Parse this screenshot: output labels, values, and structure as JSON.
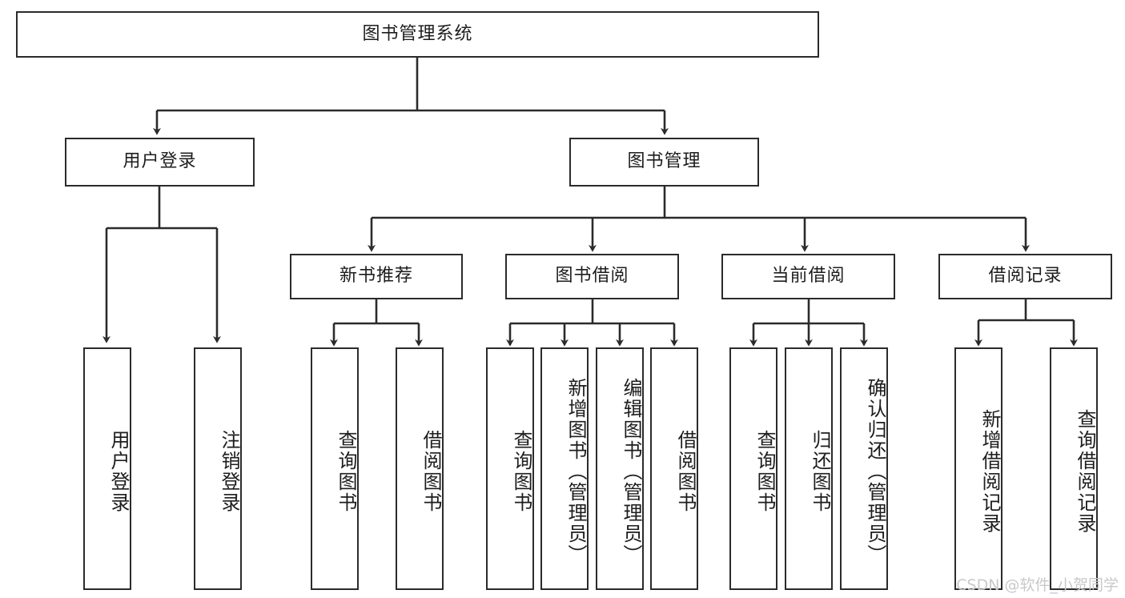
{
  "diagram": {
    "title": "图书管理系统",
    "type": "tree-hierarchy",
    "root": {
      "label": "图书管理系统"
    },
    "level2": [
      {
        "label": "用户登录"
      },
      {
        "label": "图书管理"
      }
    ],
    "level3": [
      {
        "label": "新书推荐"
      },
      {
        "label": "图书借阅"
      },
      {
        "label": "当前借阅"
      },
      {
        "label": "借阅记录"
      }
    ],
    "leaves": {
      "user_login": [
        {
          "label": "用户登录"
        },
        {
          "label": "注销登录"
        }
      ],
      "new_book_recommend": [
        {
          "label": "查询图书"
        },
        {
          "label": "借阅图书"
        }
      ],
      "book_borrow": [
        {
          "label": "查询图书"
        },
        {
          "label": "新增图书（管理员）"
        },
        {
          "label": "编辑图书（管理员）"
        },
        {
          "label": "借阅图书"
        }
      ],
      "current_borrow": [
        {
          "label": "查询图书"
        },
        {
          "label": "归还图书"
        },
        {
          "label": "确认归还（管理员）"
        }
      ],
      "borrow_record": [
        {
          "label": "新增借阅记录"
        },
        {
          "label": "查询借阅记录"
        }
      ]
    }
  },
  "watermark": {
    "text": "CSDN @软件_小贺同学"
  },
  "colors": {
    "stroke": "#2b2b2b",
    "fill": "#ffffff",
    "text": "#1d1d1d",
    "watermark": "#c9c9c9"
  }
}
